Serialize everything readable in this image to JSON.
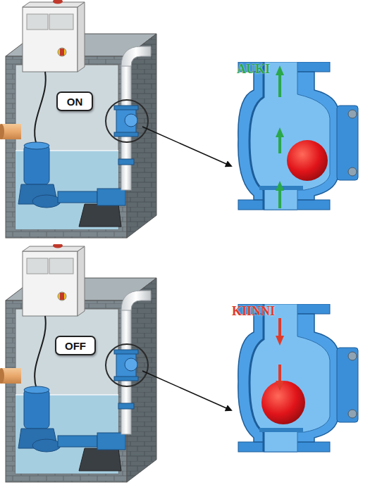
{
  "diagram": {
    "nodes": [
      {
        "text": [
          "ON"
        ]
      },
      {
        "text": [
          "OFF"
        ]
      }
    ],
    "labels": [
      "AUKI",
      "KIINNI"
    ]
  }
}
